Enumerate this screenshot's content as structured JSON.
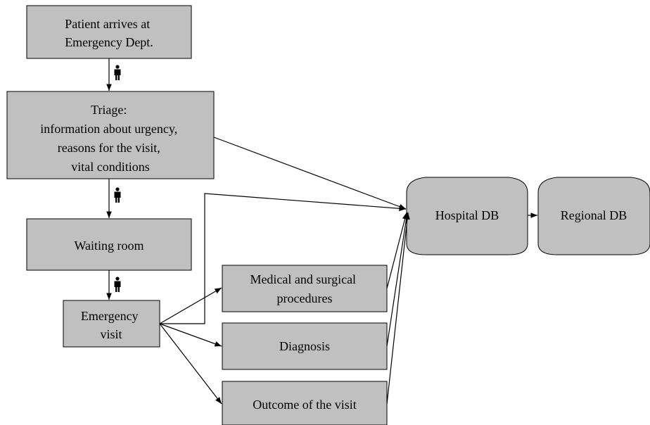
{
  "nodes": {
    "patient_arrives": {
      "lines": [
        "Patient arrives at",
        "Emergency Dept."
      ]
    },
    "triage": {
      "lines": [
        "Triage:",
        "information about urgency,",
        "reasons for the visit,",
        "vital conditions"
      ]
    },
    "waiting_room": {
      "lines": [
        "Waiting room"
      ]
    },
    "emergency_visit": {
      "lines": [
        "Emergency",
        "visit"
      ]
    },
    "procedures": {
      "lines": [
        "Medical and surgical",
        "procedures"
      ]
    },
    "diagnosis": {
      "lines": [
        "Diagnosis"
      ]
    },
    "outcome": {
      "lines": [
        "Outcome of the visit"
      ]
    },
    "hospital_db": {
      "lines": [
        "Hospital DB"
      ]
    },
    "regional_db": {
      "lines": [
        "Regional DB"
      ]
    }
  },
  "colors": {
    "box_fill": "#c0c0c0",
    "stroke": "#000000"
  },
  "icons": {
    "patient_flow": "person-icon"
  }
}
